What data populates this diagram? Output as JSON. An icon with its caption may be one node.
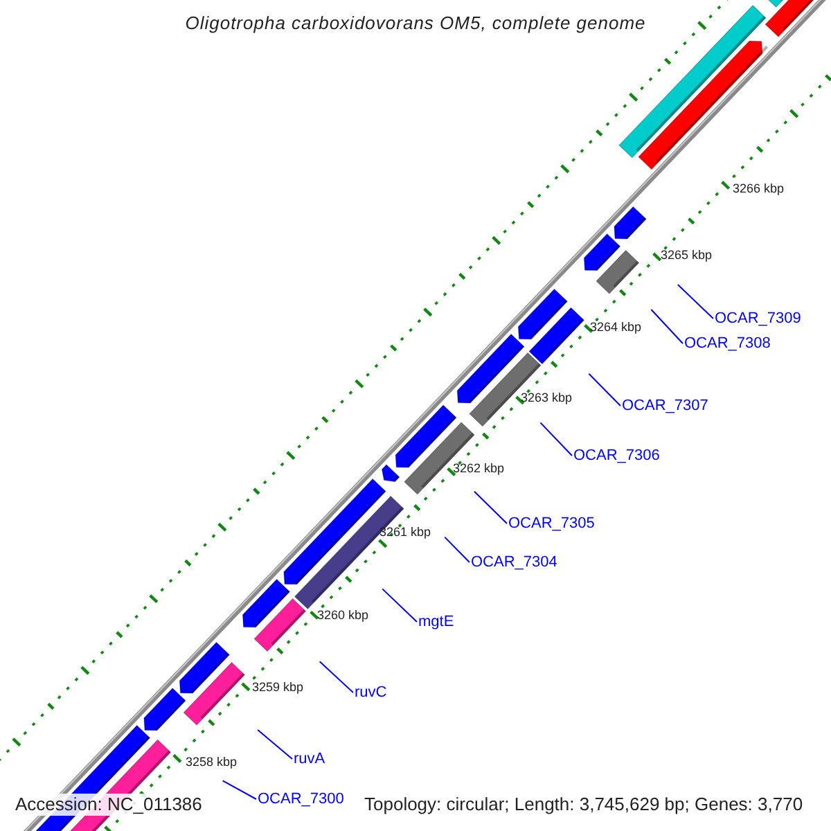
{
  "diagram": {
    "title": "Oligotropha carboxidovorans OM5, complete genome",
    "nodes": [
      {
        "text": [
          "OCAR_7309"
        ]
      },
      {
        "text": [
          "OCAR_7308"
        ]
      },
      {
        "text": [
          "OCAR_7307"
        ]
      },
      {
        "text": [
          "OCAR_7306"
        ]
      },
      {
        "text": [
          "OCAR_7305"
        ]
      },
      {
        "text": [
          "OCAR_7304"
        ]
      },
      {
        "text": [
          "mgtE"
        ]
      },
      {
        "text": [
          "ruvC"
        ]
      },
      {
        "text": [
          "ruvA"
        ]
      },
      {
        "text": [
          "OCAR_7300"
        ]
      }
    ],
    "edges": [
      {
        "from": 0,
        "to": null,
        "arrow": "none"
      },
      {
        "from": 1,
        "to": null,
        "arrow": "none"
      },
      {
        "from": 2,
        "to": null,
        "arrow": "none"
      },
      {
        "from": 3,
        "to": null,
        "arrow": "none"
      },
      {
        "from": 4,
        "to": null,
        "arrow": "none"
      },
      {
        "from": 5,
        "to": null,
        "arrow": "none"
      },
      {
        "from": 6,
        "to": null,
        "arrow": "none"
      },
      {
        "from": 7,
        "to": null,
        "arrow": "none"
      },
      {
        "from": 8,
        "to": null,
        "arrow": "none"
      },
      {
        "from": 9,
        "to": null,
        "arrow": "none"
      }
    ],
    "labels": [
      "3266 kbp",
      "3265 kbp",
      "3264 kbp",
      "3263 kbp",
      "3262 kbp",
      "3261 kbp",
      "3260 kbp",
      "3259 kbp",
      "3258 kbp",
      "Accession: NC_011386",
      "Topology: circular; Length: 3,745,629 bp; Genes: 3,770"
    ]
  }
}
